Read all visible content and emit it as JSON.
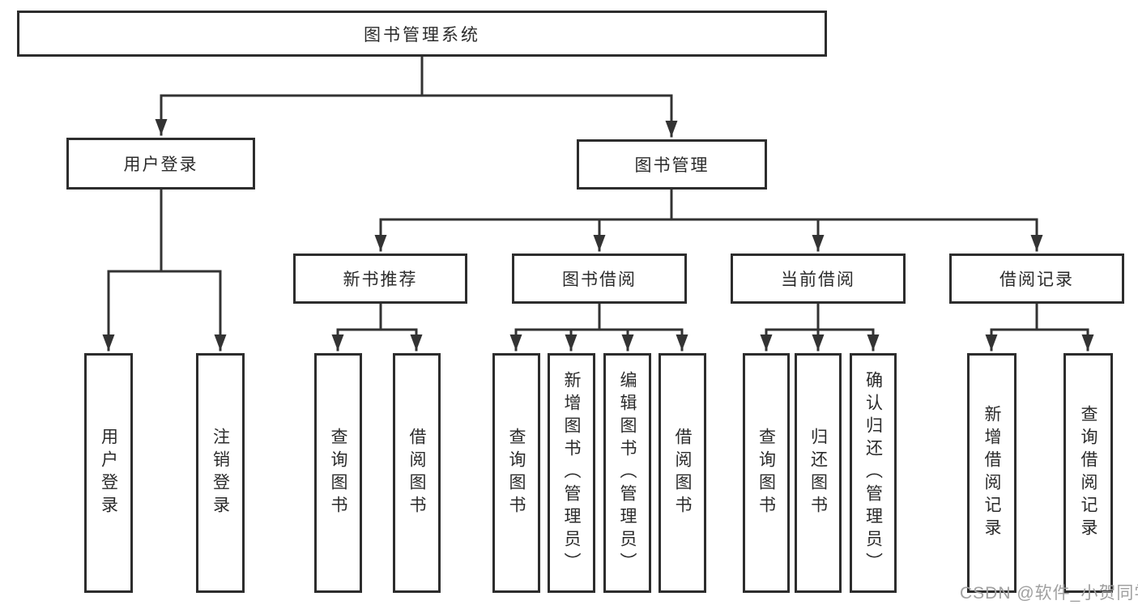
{
  "diagram": {
    "root": {
      "label": "图书管理系统"
    },
    "level1": [
      {
        "label": "用户登录"
      },
      {
        "label": "图书管理"
      }
    ],
    "level2": [
      {
        "label": "新书推荐"
      },
      {
        "label": "图书借阅"
      },
      {
        "label": "当前借阅"
      },
      {
        "label": "借阅记录"
      }
    ],
    "leaves": {
      "user_login": [
        {
          "label": "用户登录"
        },
        {
          "label": "注销登录"
        }
      ],
      "new_books": [
        {
          "label": "查询图书"
        },
        {
          "label": "借阅图书"
        }
      ],
      "borrowing": [
        {
          "label": "查询图书"
        },
        {
          "label": "新增图书（管理员）"
        },
        {
          "label": "编辑图书（管理员）"
        },
        {
          "label": "借阅图书"
        }
      ],
      "current": [
        {
          "label": "查询图书"
        },
        {
          "label": "归还图书"
        },
        {
          "label": "确认归还（管理员）"
        }
      ],
      "records": [
        {
          "label": "新增借阅记录"
        },
        {
          "label": "查询借阅记录"
        }
      ]
    }
  },
  "watermark": {
    "text": "CSDN @软件_小贺同学"
  },
  "colors": {
    "line": "#333333",
    "box-border": "#2d2d2d",
    "box-fill": "#ffffff",
    "text": "#2b2b2b",
    "watermark": "#a0a0a0",
    "background": "#ffffff"
  }
}
